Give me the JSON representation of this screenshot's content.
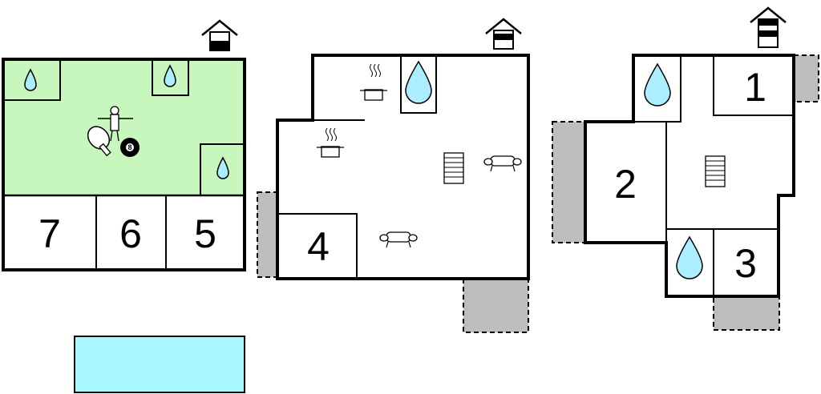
{
  "floorplan": {
    "rooms": {
      "r1": "1",
      "r2": "2",
      "r3": "3",
      "r4": "4",
      "r5": "5",
      "r6": "6",
      "r7": "7"
    },
    "billiard_ball": "8",
    "icons": [
      "house-level-basement-icon",
      "house-level-ground-icon",
      "house-level-upper-icon",
      "water-drop-icon",
      "kitchen-pot-icon",
      "sofa-icon",
      "staircase-icon",
      "table-football-icon",
      "table-tennis-icon",
      "billiard-ball-icon"
    ],
    "colors": {
      "games_room": "#c7f7bd",
      "water": "#aaeeff",
      "pool": "#aaf8ff",
      "terrace": "#bdbdbd"
    }
  }
}
